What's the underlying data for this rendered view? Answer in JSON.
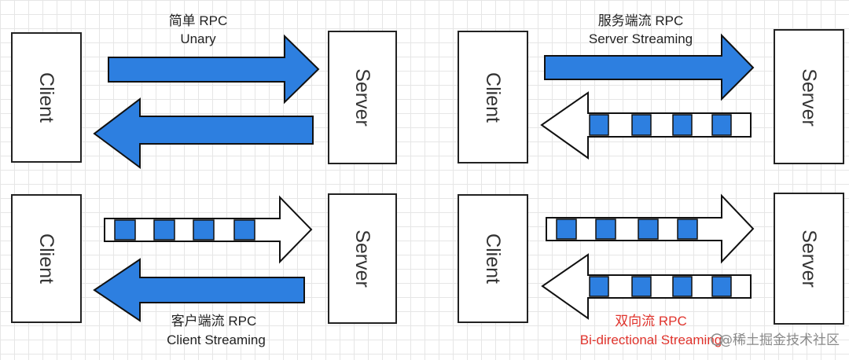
{
  "colors": {
    "stream_blue": "#2d7fe0",
    "outline": "#111111",
    "bidi_caption_red": "#e0342d",
    "watermark_gray": "#8a8a8a"
  },
  "panels": {
    "unary": {
      "client": "Client",
      "server": "Server",
      "title_cn": "简单 RPC",
      "title_en": "Unary"
    },
    "server_streaming": {
      "client": "Client",
      "server": "Server",
      "title_cn": "服务端流 RPC",
      "title_en": "Server Streaming"
    },
    "client_streaming": {
      "client": "Client",
      "server": "Server",
      "title_cn": "客户端流 RPC",
      "title_en": "Client Streaming"
    },
    "bidi_streaming": {
      "client": "Client",
      "server": "Server",
      "title_cn": "双向流 RPC",
      "title_en": "Bi-directional Streaming"
    }
  },
  "watermark": "@稀土掘金技术社区"
}
